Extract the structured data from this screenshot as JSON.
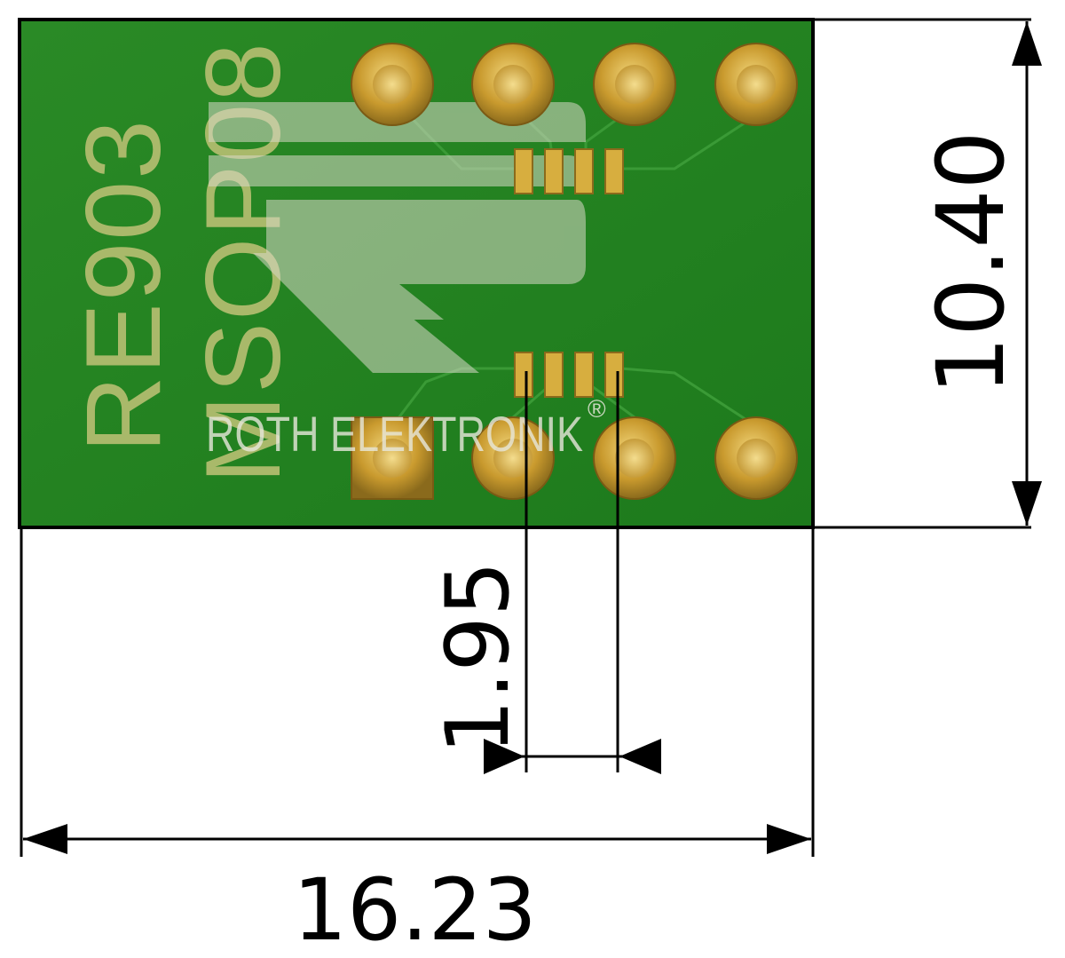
{
  "board": {
    "part_number": "RE903",
    "package": "MSOP08",
    "brand": "ROTH ELEKTRONIK",
    "registered_mark": "®",
    "colors": {
      "pcb": "#1f7d1e",
      "pcb_edge": "#000000",
      "pad_gold": "#c9a13a",
      "pad_hole": "#e5bf58",
      "silkscreen": "#a9b96a",
      "trace": "#2a8f2a"
    },
    "tht_pads_per_row": 4,
    "smd_pads_per_row": 4
  },
  "dimensions": {
    "width": "16.23",
    "height": "10.40",
    "pitch": "1.95"
  }
}
